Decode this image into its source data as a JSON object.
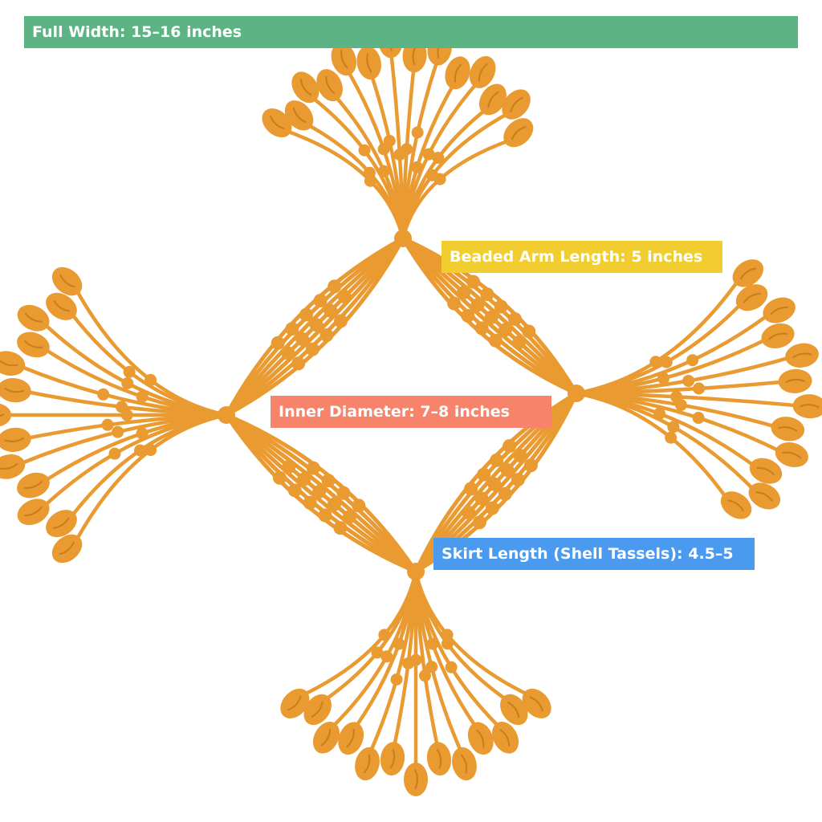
{
  "labels": {
    "full_width": "Full Width: 15–16 inches",
    "arm_length": "Beaded Arm Length: 5 inches",
    "inner_diameter": "Inner Diameter: 7–8 inches",
    "skirt_length": "Skirt Length (Shell Tassels): 4.5–5"
  },
  "colors": {
    "beadwork": "#e99a30",
    "beadwork_dark": "#c97d1c",
    "full_width_label": "#5cb384",
    "arm_length_label": "#f2cd2f",
    "inner_diameter_label": "#f7836a",
    "skirt_length_label": "#4a9af0"
  },
  "diagram": {
    "subject": "beaded-collar-with-shell-tassels",
    "tassel_clusters": [
      "top",
      "right",
      "bottom",
      "left"
    ]
  }
}
